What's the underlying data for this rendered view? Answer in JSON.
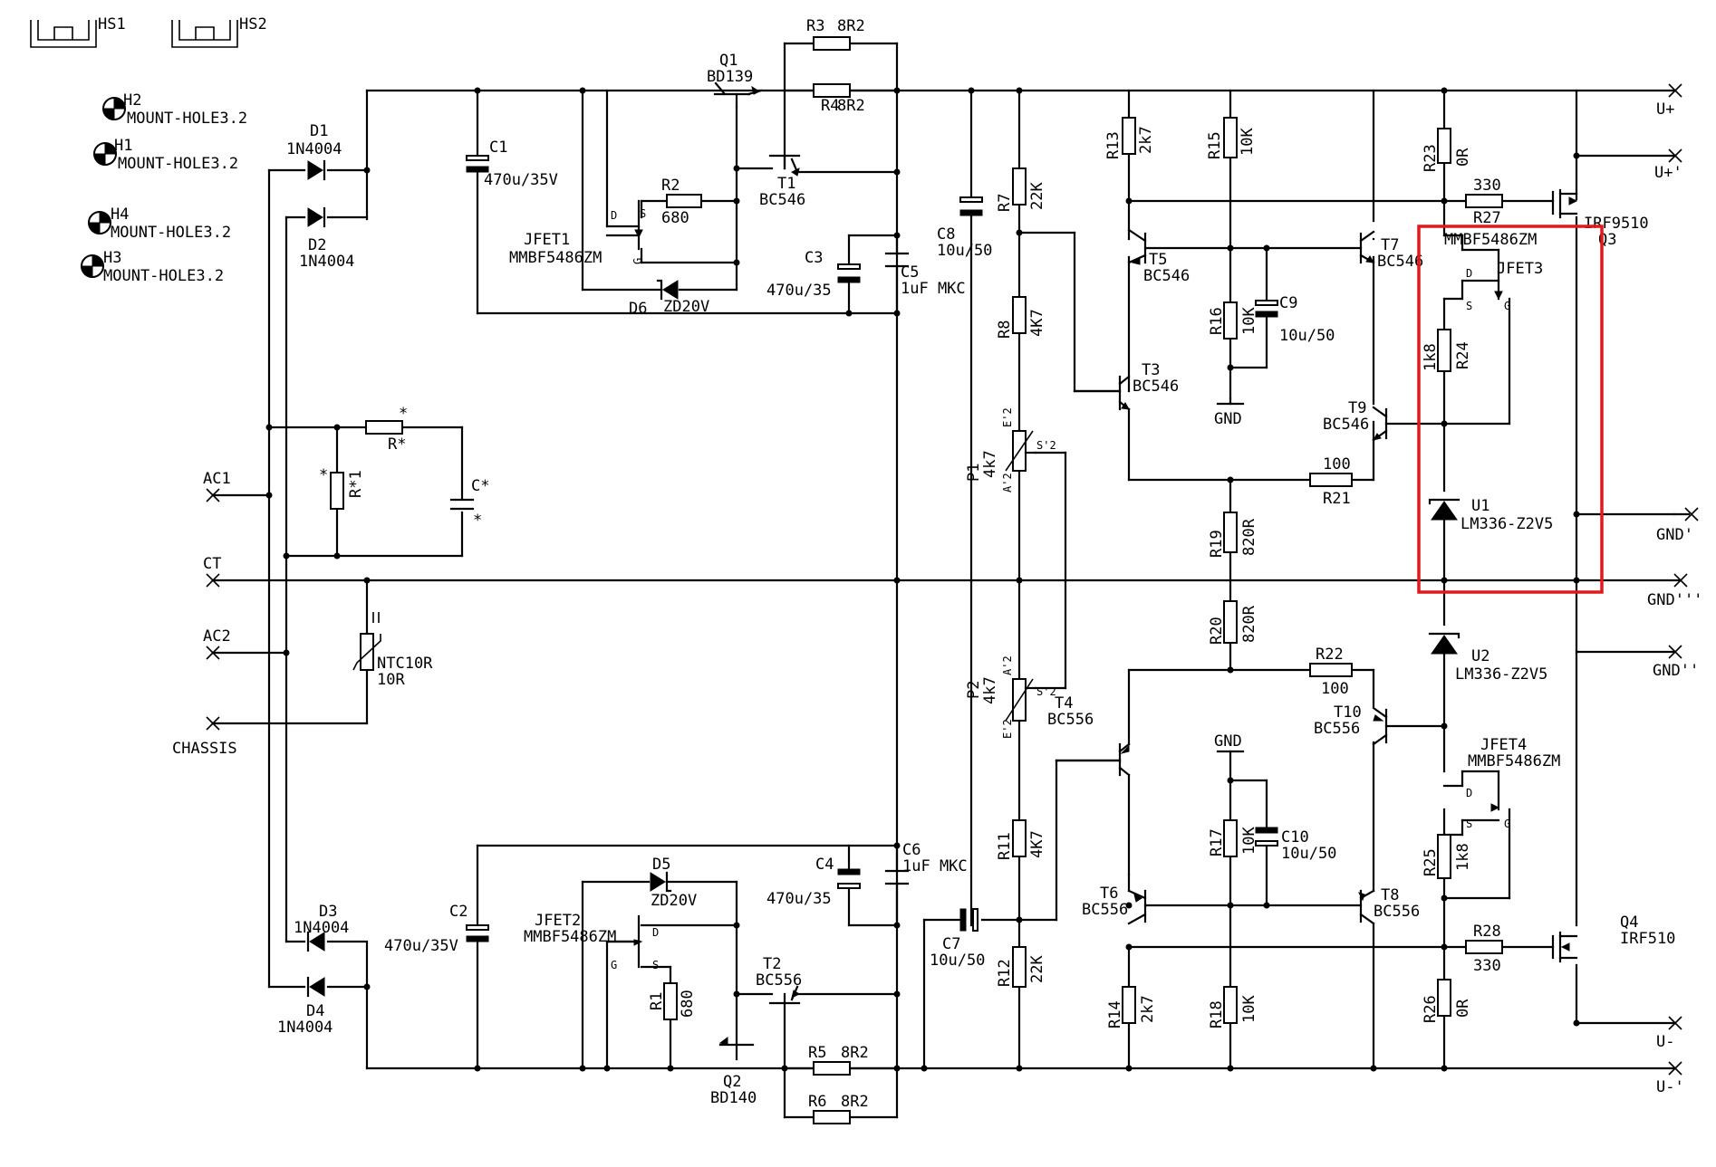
{
  "title": "",
  "labels": {
    "hs1": "HS1",
    "hs2": "HS2",
    "h1_ref": "H1",
    "h1_val": "MOUNT-HOLE3.2",
    "h2_ref": "H2",
    "h2_val": "MOUNT-HOLE3.2",
    "h3_ref": "H3",
    "h3_val": "MOUNT-HOLE3.2",
    "h4_ref": "H4",
    "h4_val": "MOUNT-HOLE3.2",
    "d1_ref": "D1",
    "d1_val": "1N4004",
    "d2_ref": "D2",
    "d2_val": "1N4004",
    "d3_ref": "D3",
    "d3_val": "1N4004",
    "d4_ref": "D4",
    "d4_val": "1N4004",
    "d5_ref": "D5",
    "d5_val": "ZD20V",
    "d6_ref": "D6",
    "d6_val": "ZD20V",
    "c1_ref": "C1",
    "c1_val": "470u/35V",
    "c2_ref": "C2",
    "c2_val": "470u/35V",
    "c3_ref": "C3",
    "c3_val": "470u/35",
    "c4_ref": "C4",
    "c4_val": "470u/35",
    "c5_ref": "C5",
    "c5_val": "1uF MKC",
    "c6_ref": "C6",
    "c6_val": "1uF MKC",
    "c7_ref": "C7",
    "c7_val": "10u/50",
    "c8_ref": "C8",
    "c8_val": "10u/50",
    "c9_ref": "C9",
    "c9_val": "10u/50",
    "c10_ref": "C10",
    "c10_val": "10u/50",
    "cx_ref": "C*",
    "cx_val": "*",
    "rx_ref": "R*",
    "rx_val": "*",
    "rx1_ref": "R*1",
    "rx1_val": "*",
    "r1_ref": "R1",
    "r1_val": "680",
    "r2_ref": "R2",
    "r2_val": "680",
    "r3_ref": "R3",
    "r3_val": "8R2",
    "r4_ref": "R4",
    "r4_val": "8R2",
    "r5_ref": "R5",
    "r5_val": "8R2",
    "r6_ref": "R6",
    "r6_val": "8R2",
    "r7_ref": "R7",
    "r7_val": "22K",
    "r8_ref": "R8",
    "r8_val": "4K7",
    "r11_ref": "R11",
    "r11_val": "4K7",
    "r12_ref": "R12",
    "r12_val": "22K",
    "r13_ref": "R13",
    "r13_val": "2k7",
    "r14_ref": "R14",
    "r14_val": "2k7",
    "r15_ref": "R15",
    "r15_val": "10K",
    "r16_ref": "R16",
    "r16_val": "10K",
    "r17_ref": "R17",
    "r17_val": "10K",
    "r18_ref": "R18",
    "r18_val": "10K",
    "r19_ref": "R19",
    "r19_val": "820R",
    "r20_ref": "R20",
    "r20_val": "820R",
    "r21_ref": "R21",
    "r21_val": "100",
    "r22_ref": "R22",
    "r22_val": "100",
    "r23_ref": "R23",
    "r23_val": "0R",
    "r24_ref": "R24",
    "r24_val": "1k8",
    "r25_ref": "R25",
    "r25_val": "1k8",
    "r26_ref": "R26",
    "r26_val": "0R",
    "r27_ref": "R27",
    "r27_val": "330",
    "r28_ref": "R28",
    "r28_val": "330",
    "p1_ref": "P1",
    "p1_val": "4k7",
    "p2_ref": "P2",
    "p2_val": "4k7",
    "q1_ref": "Q1",
    "q1_val": "BD139",
    "q2_ref": "Q2",
    "q2_val": "BD140",
    "q3_ref": "Q3",
    "q3_val": "IRF9510",
    "q4_ref": "Q4",
    "q4_val": "IRF510",
    "t1_ref": "T1",
    "t1_val": "BC546",
    "t2_ref": "T2",
    "t2_val": "BC556",
    "t3_ref": "T3",
    "t3_val": "BC546",
    "t4_ref": "T4",
    "t4_val": "BC556",
    "t5_ref": "T5",
    "t5_val": "BC546",
    "t6_ref": "T6",
    "t6_val": "BC556",
    "t7_ref": "T7",
    "t7_val": "BC546",
    "t8_ref": "T8",
    "t8_val": "BC556",
    "t9_ref": "T9",
    "t9_val": "BC546",
    "t10_ref": "T10",
    "t10_val": "BC556",
    "jfet1_ref": "JFET1",
    "jfet1_val": "MMBF5486ZM",
    "jfet2_ref": "JFET2",
    "jfet2_val": "MMBF5486ZM",
    "jfet3_ref": "JFET3",
    "jfet3_val": "MMBF5486ZM",
    "jfet4_ref": "JFET4",
    "jfet4_val": "MMBF5486ZM",
    "u1_ref": "U1",
    "u1_val": "LM336-Z2V5",
    "u2_ref": "U2",
    "u2_val": "LM336-Z2V5",
    "ntc_ref": "NTC10R",
    "ntc_val": "10R",
    "gnd1": "GND",
    "gnd2": "GND",
    "ac1": "AC1",
    "ac2": "AC2",
    "ct": "CT",
    "chassis": "CHASSIS",
    "u_plus": "U+",
    "u_plus2": "U+'",
    "gnd_p": "GND'",
    "gnd_ppp": "GND'''",
    "gnd_pp": "GND''",
    "u_minus": "U-",
    "u_minus2": "U-'"
  },
  "pins": {
    "d": "D",
    "s": "S",
    "g": "G",
    "e2": "E'2",
    "a2": "A'2",
    "s2": "S'2"
  },
  "highlight": {
    "color": "#e0191b"
  }
}
